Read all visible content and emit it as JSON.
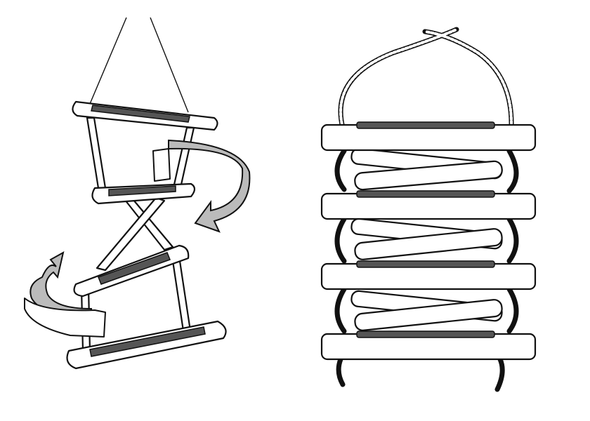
{
  "figures": [
    {
      "id": "left",
      "subject": "folding-ladder-twisting",
      "rungs": 4
    },
    {
      "id": "right",
      "subject": "folded-ladder-stack",
      "rungs": 4
    }
  ],
  "colors": {
    "ink": "#111111",
    "paper": "#ffffff",
    "grit": "#555555"
  }
}
